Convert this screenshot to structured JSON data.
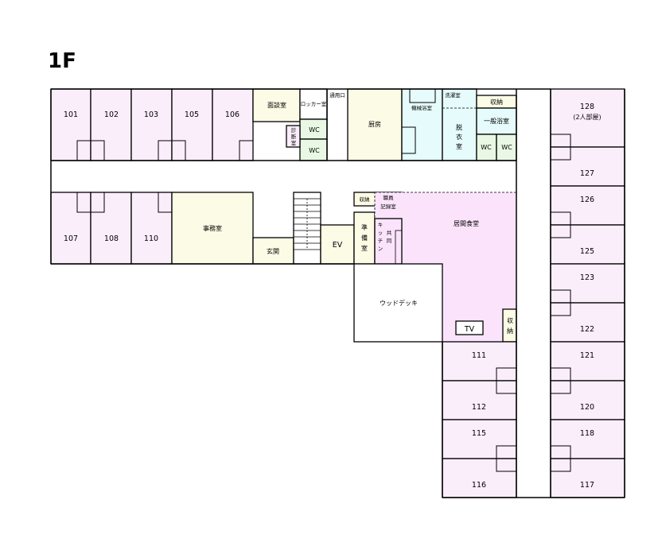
{
  "floor_title": "1F",
  "rooms": {
    "r101": "101",
    "r102": "102",
    "r103": "103",
    "r105": "105",
    "r106": "106",
    "r107": "107",
    "r108": "108",
    "r110": "110",
    "r111": "111",
    "r112": "112",
    "r115": "115",
    "r116": "116",
    "r117": "117",
    "r118": "118",
    "r120": "120",
    "r121": "121",
    "r122": "122",
    "r123": "123",
    "r125": "125",
    "r126": "126",
    "r127": "127",
    "r128": "128",
    "r128_note": "(2人部屋)"
  },
  "facilities": {
    "interview": "面談室",
    "locker": "ロッカー室",
    "passage": "通用口",
    "wc": "WC",
    "kitchen": "厨房",
    "machine_bath": "機械浴室",
    "laundry": "洗濯室",
    "storage": "収納",
    "dressing": [
      "脱",
      "衣",
      "室"
    ],
    "general_bath": "一般浴室",
    "office": "事務室",
    "entrance": "玄関",
    "ev": "EV",
    "staff_record": [
      "職員",
      "記録室"
    ],
    "prep": [
      "準",
      "備",
      "室"
    ],
    "shared_kitchen_a": [
      "キ",
      "ッ",
      "チ",
      "ン"
    ],
    "shared_kitchen_b": [
      "共",
      "同"
    ],
    "living_dining": "居間食堂",
    "wood_deck": "ウッドデッキ",
    "tv": "TV",
    "storage_v": [
      "収",
      "納"
    ],
    "small_room": [
      "診",
      "断",
      "室"
    ]
  }
}
